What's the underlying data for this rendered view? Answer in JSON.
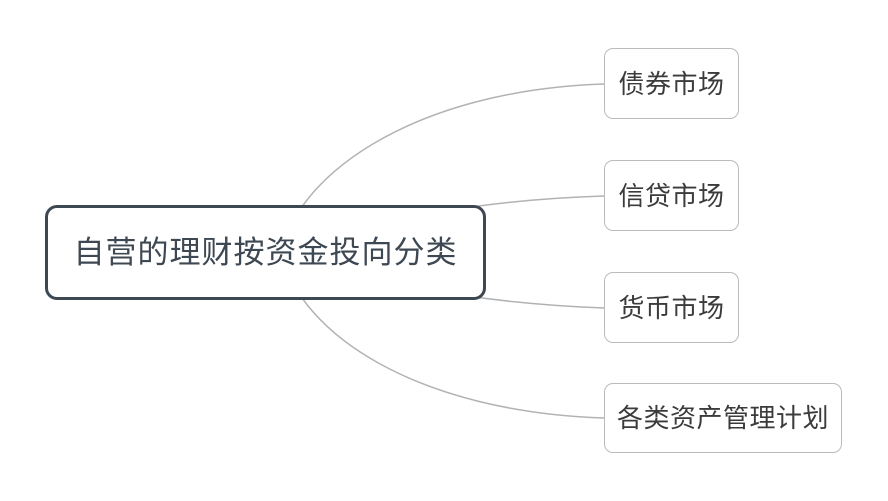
{
  "diagram": {
    "type": "mind-map",
    "title": "自营的理财按资金投向分类",
    "background_color": "#ffffff",
    "root": {
      "label": "自营的理财按资金投向分类",
      "border_color": "#3e4852",
      "text_color": "#3e4852"
    },
    "children": [
      {
        "label": "债券市场",
        "border_color": "#b9bbbd",
        "text_color": "#3b3b3b"
      },
      {
        "label": "信贷市场",
        "border_color": "#b9bbbd",
        "text_color": "#3b3b3b"
      },
      {
        "label": "货币市场",
        "border_color": "#b9bbbd",
        "text_color": "#3b3b3b"
      },
      {
        "label": "各类资产管理计划",
        "border_color": "#b9bbbd",
        "text_color": "#3b3b3b"
      }
    ],
    "connector_color": "#b0b2b4"
  }
}
